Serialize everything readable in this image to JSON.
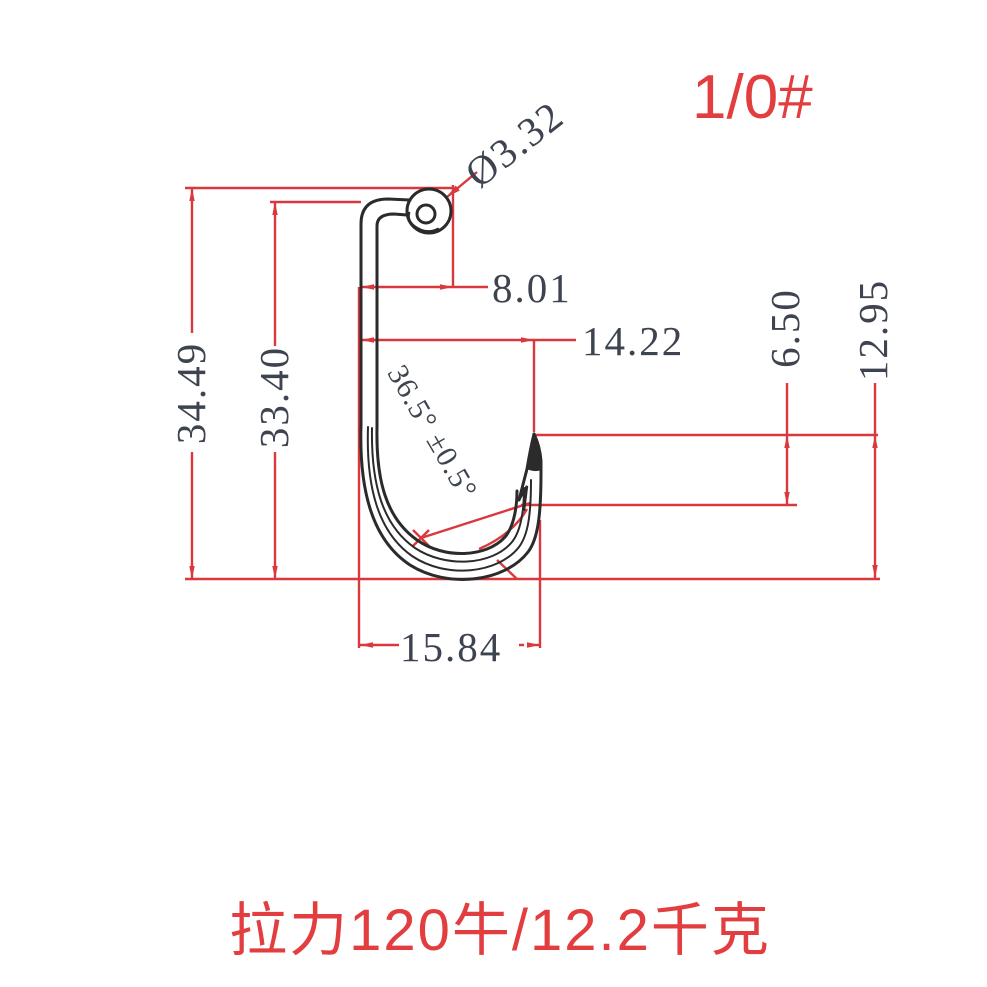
{
  "title": "1/0#",
  "caption": "拉力120牛/12.2千克",
  "labels": {
    "eye_diameter": "Ø3.32",
    "eye_width": "8.01",
    "gape_width": "14.22",
    "overall_length": "34.49",
    "shank_length": "33.40",
    "tip_to_barb": "6.50",
    "tip_to_bend_bottom": "12.95",
    "bend_width": "15.84",
    "point_angle": "36.5° ±0.5°"
  },
  "colors": {
    "dimension_line": "#d9383c",
    "dimension_text": "#3d4450",
    "outline": "#2b2b2b",
    "accent_text": "#e23d3f",
    "background": "#ffffff"
  }
}
